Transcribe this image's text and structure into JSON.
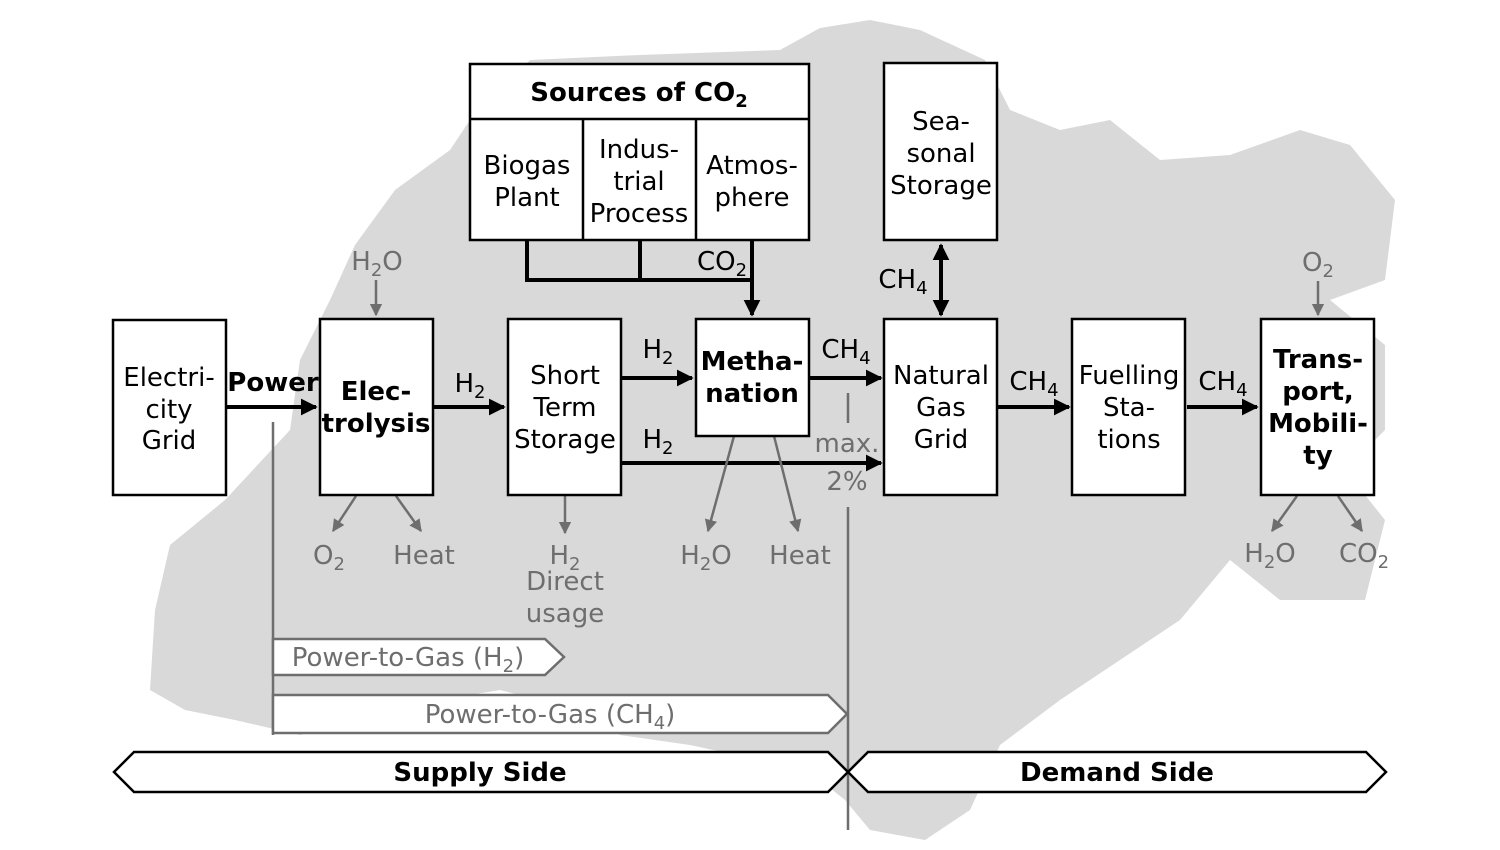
{
  "colors": {
    "background": "#ffffff",
    "map": "#d9d9d9",
    "line": "#000000",
    "secondary": "#6e6e6e"
  },
  "co2_sources": {
    "title": [
      "Sources of CO",
      "2"
    ],
    "items": [
      [
        "Biogas",
        "Plant"
      ],
      [
        "Indus-",
        "trial",
        "Process"
      ],
      [
        "Atmos-",
        "phere"
      ]
    ]
  },
  "nodes": {
    "electricity_grid": [
      "Electri-",
      "city",
      "Grid"
    ],
    "electrolysis": [
      "Elec-",
      "trolysis"
    ],
    "short_term_storage": [
      "Short",
      "Term",
      "Storage"
    ],
    "methanation": [
      "Metha-",
      "nation"
    ],
    "seasonal_storage": [
      "Sea-",
      "sonal",
      "Storage"
    ],
    "natural_gas_grid": [
      "Natural",
      "Gas",
      "Grid"
    ],
    "fuelling_stations": [
      "Fuelling",
      "Sta-",
      "tions"
    ],
    "transport_mobility": [
      "Trans-",
      "port,",
      "Mobili-",
      "ty"
    ]
  },
  "flows": {
    "power": "Power",
    "h2": [
      "H",
      "2"
    ],
    "co2": [
      "CO",
      "2"
    ],
    "ch4": [
      "CH",
      "4"
    ],
    "h2o": [
      "H",
      "2",
      "O"
    ],
    "o2": [
      "O",
      "2"
    ],
    "heat": "Heat",
    "direct_usage": [
      "Direct",
      "usage"
    ],
    "max_share": [
      "max.",
      "2%"
    ]
  },
  "bands": {
    "ptg_h2": [
      "Power-to-Gas (H",
      "2",
      ")"
    ],
    "ptg_ch4": [
      "Power-to-Gas (CH",
      "4",
      ")"
    ],
    "supply_side": "Supply Side",
    "demand_side": "Demand Side"
  }
}
